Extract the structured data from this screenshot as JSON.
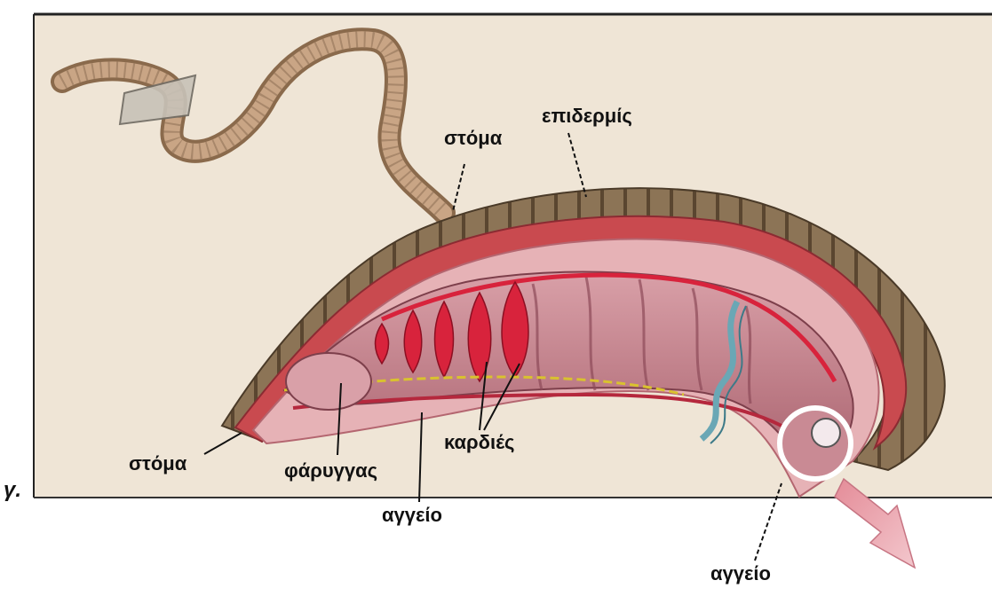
{
  "figure": {
    "panel_letter": "γ.",
    "colors": {
      "background_panel": "#efe5d6",
      "skin": "#8c7456",
      "muscle": "#c94a4f",
      "gut": "#c98a94",
      "vessel": "#d8233c",
      "nerve": "#d9c22e",
      "nephridium": "#6aa7b5"
    },
    "labels": {
      "mouth_top": "στόμα",
      "epidermis": "επιδερμίς",
      "mouth_front": "στόμα",
      "pharynx": "φάρυγγας",
      "hearts": "καρδιές",
      "vessel_ventral": "αγγείο",
      "vessel_end": "αγγείο"
    }
  }
}
